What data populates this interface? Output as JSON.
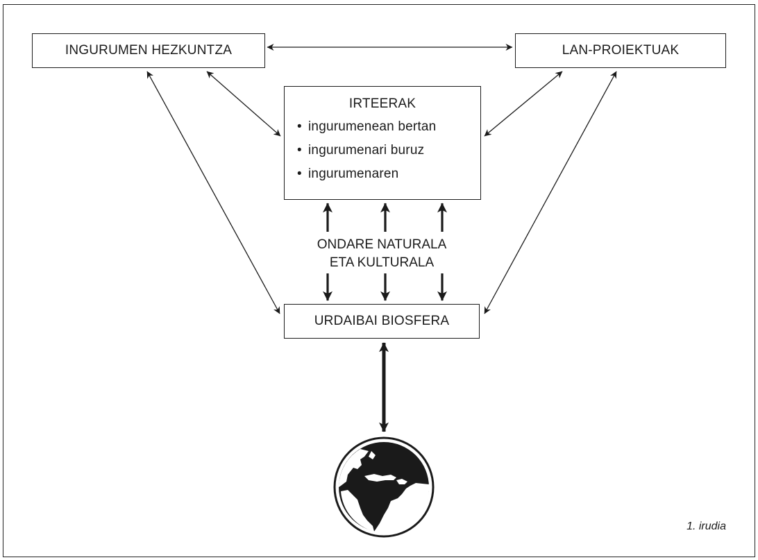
{
  "nodes": {
    "ingurumen_hezkuntza": "INGURUMEN HEZKUNTZA",
    "lan_proiektuak": "LAN-PROIEKTUAK",
    "urdaibai_biosfera": "URDAIBAI BIOSFERA"
  },
  "irteerak": {
    "title": "IRTEERAK",
    "items": [
      "ingurumenean bertan",
      "ingurumenari buruz",
      "ingurumenaren"
    ]
  },
  "center_label": {
    "line1": "ONDARE NATURALA",
    "line2": "ETA KULTURALA"
  },
  "caption": "1. irudia",
  "globe_icon": "earth-globe-icon",
  "colors": {
    "ink": "#1a1a1a",
    "background": "#ffffff"
  }
}
